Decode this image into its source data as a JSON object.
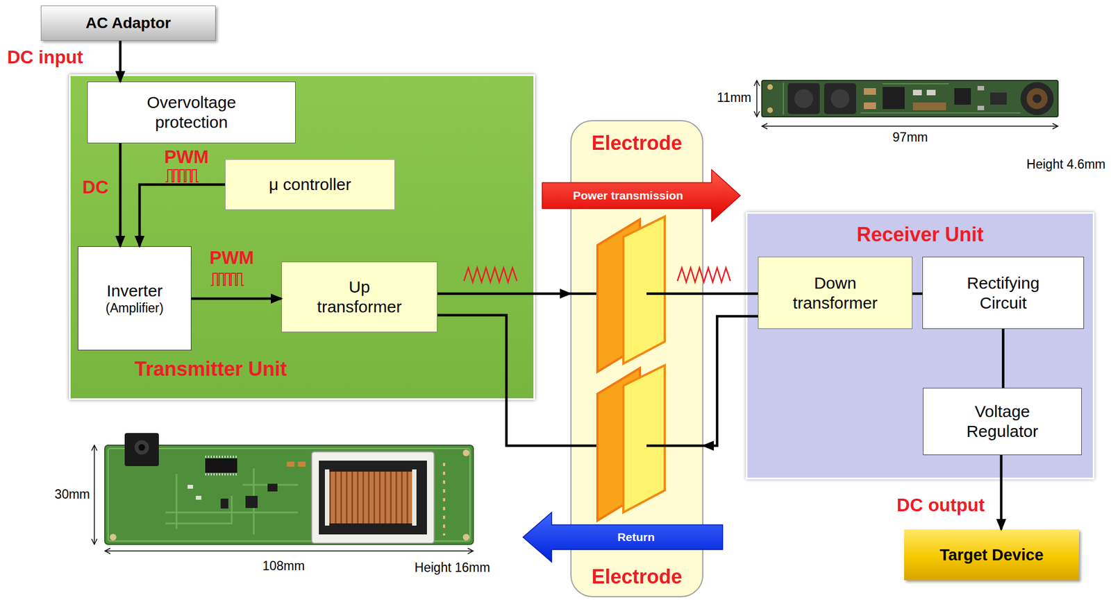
{
  "diagram": {
    "nodes": [
      {
        "text": [
          "AC Adaptor"
        ]
      },
      {
        "text": [
          "Transmitter Unit"
        ]
      },
      {
        "text": [
          "Overvoltage protection"
        ],
        "in": 1
      },
      {
        "text": [
          "μ controller"
        ],
        "in": 1
      },
      {
        "text": [
          "Inverter",
          "(Amplifier)"
        ],
        "in": 1
      },
      {
        "text": [
          "Up transformer"
        ],
        "in": 1
      },
      {
        "text": [
          "Electrode",
          "Electrode"
        ]
      },
      {
        "text": [
          "Power transmission"
        ]
      },
      {
        "text": [
          "Return"
        ]
      },
      {
        "text": [
          "Receiver Unit"
        ]
      },
      {
        "text": [
          "Down transformer"
        ],
        "in": 9
      },
      {
        "text": [
          "Rectifying Circuit"
        ],
        "in": 9
      },
      {
        "text": [
          "Voltage Regulator"
        ],
        "in": 9
      },
      {
        "text": [
          "Target Device"
        ]
      }
    ],
    "edges": [
      {
        "from": 0,
        "to": 2,
        "arrow": "to",
        "label": "DC input"
      },
      {
        "from": 2,
        "to": 4,
        "arrow": "to",
        "label": "DC"
      },
      {
        "from": 3,
        "to": 4,
        "arrow": "to",
        "label": "PWM"
      },
      {
        "from": 4,
        "to": 5,
        "arrow": "to",
        "label": "PWM"
      },
      {
        "from": 5,
        "to": 6,
        "arrow": "to"
      },
      {
        "from": 6,
        "to": 10,
        "arrow": "none"
      },
      {
        "from": 10,
        "to": 6,
        "arrow": "to"
      },
      {
        "from": 6,
        "to": 5,
        "arrow": "none"
      },
      {
        "from": 10,
        "to": 11,
        "arrow": "none"
      },
      {
        "from": 11,
        "to": 12,
        "arrow": "none"
      },
      {
        "from": 12,
        "to": 13,
        "arrow": "to",
        "label": "DC output"
      }
    ],
    "labels": [
      "11mm",
      "97mm",
      "Height 4.6mm",
      "30mm",
      "108mm",
      "Height 16mm"
    ]
  }
}
